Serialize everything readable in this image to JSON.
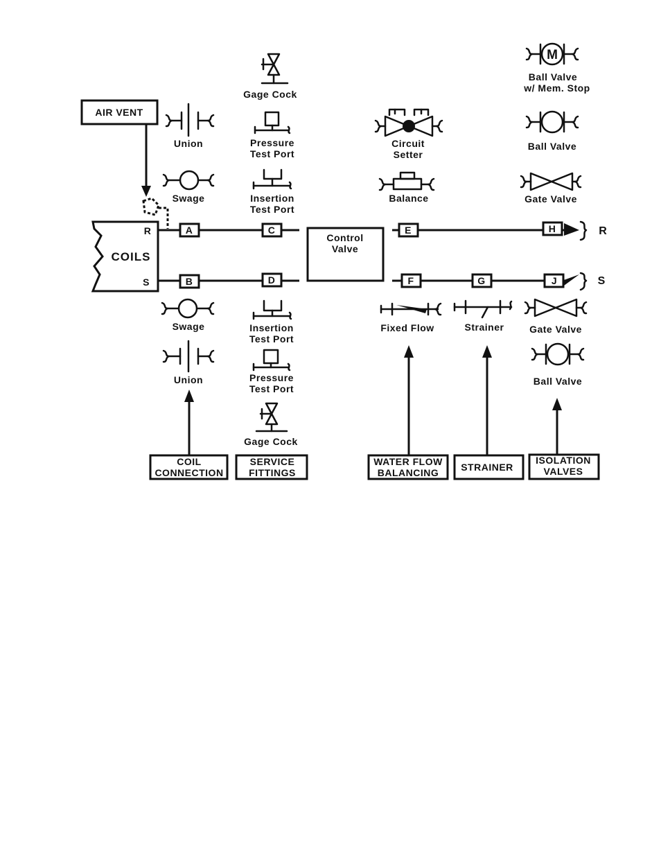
{
  "boxes": {
    "air_vent": "AIR VENT",
    "coils": "COILS",
    "control_valve": [
      "Control",
      "Valve"
    ],
    "coil_connection": [
      "COIL",
      "CONNECTION"
    ],
    "service_fittings": [
      "SERVICE",
      "FITTINGS"
    ],
    "water_flow_balancing": [
      "WATER FLOW",
      "BALANCING"
    ],
    "strainer": "STRAINER",
    "isolation_valves": [
      "ISOLATION",
      "VALVES"
    ]
  },
  "line_labels": {
    "return": "R",
    "supply": "S"
  },
  "points": [
    "A",
    "B",
    "C",
    "D",
    "E",
    "F",
    "G",
    "H",
    "J"
  ],
  "symbols": {
    "union_top": "Union",
    "swage_top": "Swage",
    "gage_cock_top": "Gage Cock",
    "pressure_top": [
      "Pressure",
      "Test Port"
    ],
    "insertion_top": [
      "Insertion",
      "Test Port"
    ],
    "circuit_setter": [
      "Circuit",
      "Setter"
    ],
    "balance": "Balance",
    "ball_valve_mem": [
      "Ball Valve",
      "w/ Mem. Stop"
    ],
    "ball_valve_mem_glyph": "M",
    "ball_valve_top": "Ball Valve",
    "gate_valve_top": "Gate Valve",
    "swage_bottom": "Swage",
    "union_bottom": "Union",
    "insertion_bottom": [
      "Insertion",
      "Test Port"
    ],
    "pressure_bottom": [
      "Pressure",
      "Test Port"
    ],
    "gage_cock_bottom": "Gage Cock",
    "fixed_flow": "Fixed Flow",
    "strainer_sym": "Strainer",
    "gate_valve_bottom": "Gate Valve",
    "ball_valve_bottom": "Ball Valve"
  }
}
